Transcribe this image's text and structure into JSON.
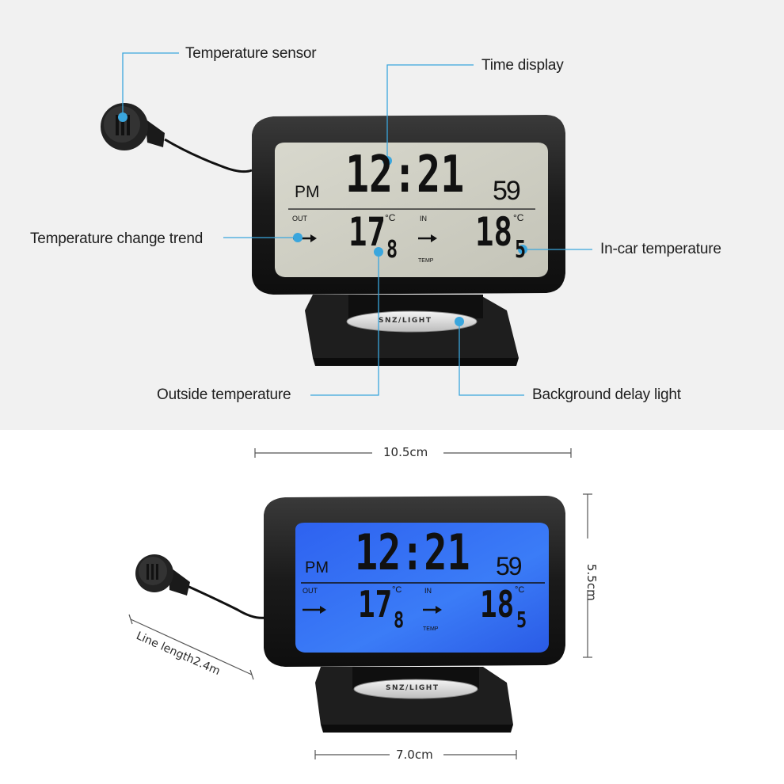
{
  "callouts": {
    "sensor": "Temperature sensor",
    "time": "Time display",
    "trend": "Temperature change trend",
    "in_car": "In-car temperature",
    "outside": "Outside temperature",
    "backlight": "Background delay light"
  },
  "display": {
    "pm": "PM",
    "time": "12:21",
    "seconds": "59",
    "out_label": "OUT",
    "in_label": "IN",
    "temp_label": "TEMP",
    "out_temp_main": "17",
    "out_temp_decimal": "8",
    "in_temp_main": "18",
    "in_temp_decimal": "5",
    "unit": "°C",
    "button_label": "SNZ/LIGHT"
  },
  "dimensions": {
    "width_top": "10.5cm",
    "height": "5.5cm",
    "line_length": "Line length2.4m",
    "width_bottom": "7.0cm"
  },
  "colors": {
    "callout_accent": "#3aa6dd",
    "lcd_gray": "#cfcfc4",
    "lcd_blue": "#2f6df5",
    "housing": "#1b1b1b"
  }
}
